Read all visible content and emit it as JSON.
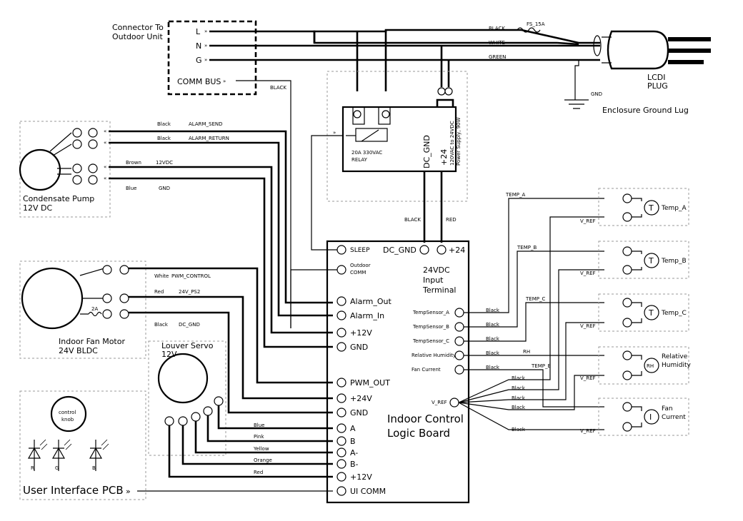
{
  "connector": {
    "title_line1": "Connector To",
    "title_line2": "Outdoor Unit",
    "pins": [
      "L",
      "N",
      "G",
      "COMM BUS"
    ]
  },
  "mains": {
    "wires": [
      "BLACK",
      "WHITE",
      "GREEN"
    ],
    "fuse": "FS_15A",
    "plug_line1": "LCDI",
    "plug_line2": "PLUG",
    "gnd": "GND",
    "ground_lug": "Enclosure Ground Lug",
    "comm_wire": "BLACK"
  },
  "relay": {
    "line1": "20A 330VAC",
    "line2": "RELAY"
  },
  "psu": {
    "dc_gnd": "DC_GND",
    "plus24": "+24",
    "line1": "120VAC to 24VDC",
    "line2": "Power Supply, 90W",
    "wire_black": "BLACK",
    "wire_red": "RED"
  },
  "pump": {
    "line1": "Condensate Pump",
    "line2": "12V DC",
    "wires": [
      {
        "color": "Black",
        "signal": "ALARM_SEND"
      },
      {
        "color": "Black",
        "signal": "ALARM_RETURN"
      },
      {
        "color": "Brown",
        "signal": "12VDC"
      },
      {
        "color": "Blue",
        "signal": "GND"
      }
    ]
  },
  "fan": {
    "line1": "Indoor Fan Motor",
    "line2": "24V BLDC",
    "fuse": "2A",
    "wires": [
      {
        "color": "White",
        "signal": "PWM_CONTROL"
      },
      {
        "color": "Red",
        "signal": "24V_PS2"
      },
      {
        "color": "Black",
        "signal": "DC_GND"
      }
    ]
  },
  "servo": {
    "line1": "Louver Servo",
    "line2": "12V",
    "wires": [
      "Blue",
      "Pink",
      "Yellow",
      "Orange",
      "Red"
    ]
  },
  "ui_pcb": {
    "title": "User Interface PCB",
    "knob_line1": "control",
    "knob_line2": "knob",
    "leds": [
      "R",
      "G",
      "B"
    ]
  },
  "board": {
    "line1": "Indoor Control",
    "line2": "Logic Board",
    "input_line1": "24VDC",
    "input_line2": "Input",
    "input_line3": "Terminal",
    "top_dc_gnd": "DC_GND",
    "top_plus24": "+24",
    "left_pins": [
      "SLEEP",
      "Outdoor",
      "COMM",
      "Alarm_Out",
      "Alarm_In",
      "+12V",
      "GND",
      "PWM_OUT",
      "+24V",
      "GND",
      "A",
      "B",
      "A-",
      "B-",
      "+12V",
      "UI COMM"
    ],
    "right_pins": [
      "TempSensor_A",
      "TempSensor_B",
      "TempSensor_C",
      "Relative Humidity",
      "Fan Current",
      "V_REF"
    ]
  },
  "sensors": {
    "signals": [
      "TEMP_A",
      "TEMP_B",
      "TEMP_C",
      "RH",
      "TEMP_E"
    ],
    "vref": "V_REF",
    "black": "Black",
    "items": [
      {
        "symbol": "T",
        "line1": "Temp_A",
        "line2": ""
      },
      {
        "symbol": "T",
        "line1": "Temp_B",
        "line2": ""
      },
      {
        "symbol": "T",
        "line1": "Temp_C",
        "line2": ""
      },
      {
        "symbol": "RH",
        "line1": "Relative",
        "line2": "Humidity"
      },
      {
        "symbol": "I",
        "line1": "Fan",
        "line2": "Current"
      }
    ]
  }
}
